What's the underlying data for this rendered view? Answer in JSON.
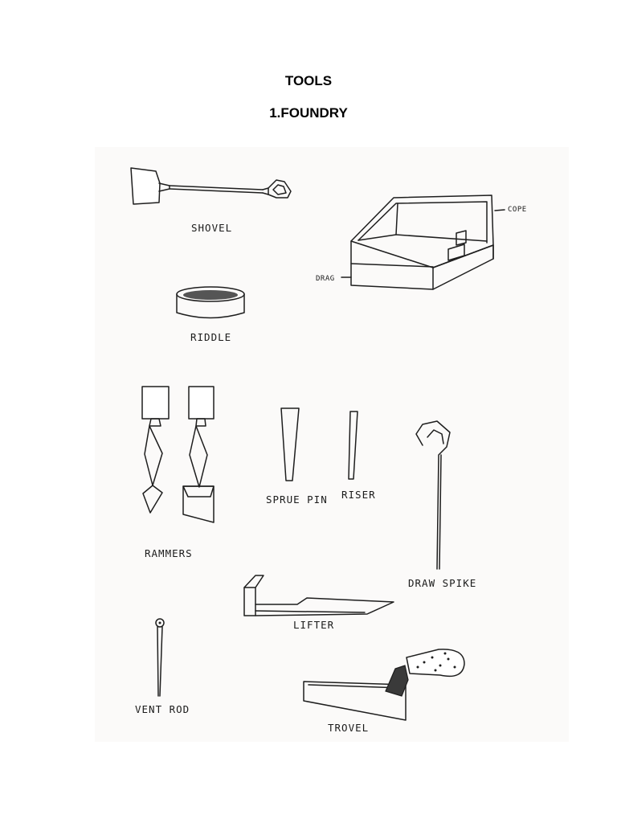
{
  "document": {
    "title": "TOOLS",
    "section": "1.FOUNDRY"
  },
  "labels": {
    "shovel": "SHOVEL",
    "cope": "COPE",
    "drag": "DRAG",
    "riddle": "RIDDLE",
    "rammers": "RAMMERS",
    "sprue_pin": "SPRUE PIN",
    "riser": "RISER",
    "draw_spike": "DRAW SPIKE",
    "lifter": "LIFTER",
    "vent_rod": "VENT ROD",
    "trowel": "TROVEL"
  }
}
